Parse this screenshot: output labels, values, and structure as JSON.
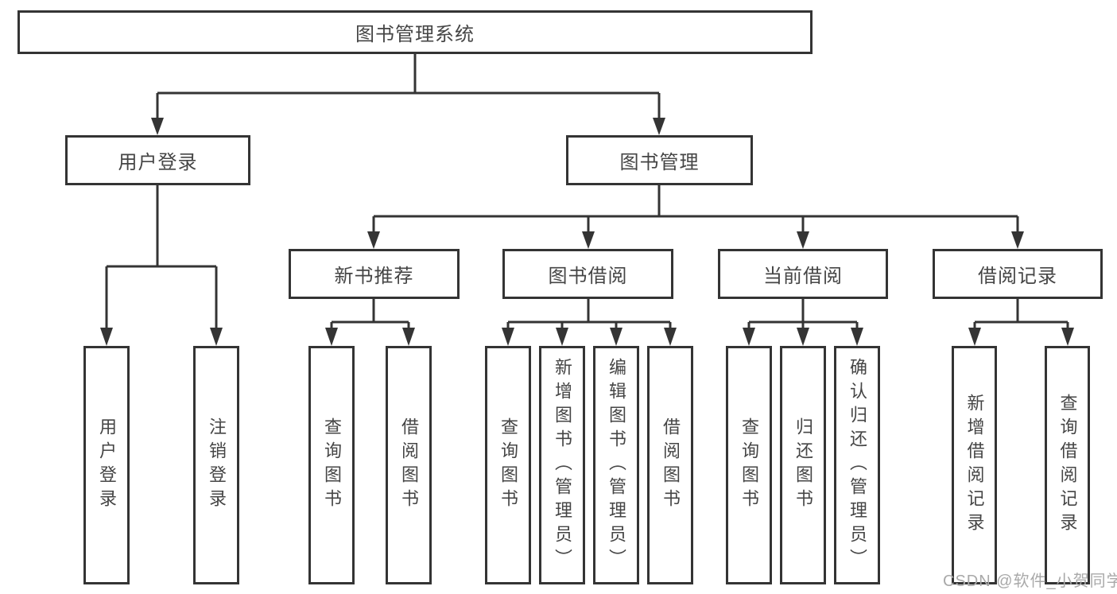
{
  "labels": {
    "root": "图书管理系统",
    "user_login": "用户登录",
    "book_mgmt": "图书管理",
    "new_books": "新书推荐",
    "book_borrow": "图书借阅",
    "current_borrow": "当前借阅",
    "borrow_records": "借阅记录",
    "ul_login": "用户登录",
    "ul_logout": "注销登录",
    "nb_query": "查询图书",
    "nb_borrow": "借阅图书",
    "bb_query": "查询图书",
    "bb_add": "新增图书（管理员）",
    "bb_edit": "编辑图书（管理员）",
    "bb_borrow": "借阅图书",
    "cb_query": "查询图书",
    "cb_return": "归还图书",
    "cb_confirm": "确认归还（管理员）",
    "br_add": "新增借阅记录",
    "br_query": "查询借阅记录"
  },
  "hierarchy": {
    "图书管理系统": {
      "用户登录": [
        "用户登录",
        "注销登录"
      ],
      "图书管理": {
        "新书推荐": [
          "查询图书",
          "借阅图书"
        ],
        "图书借阅": [
          "查询图书",
          "新增图书（管理员）",
          "编辑图书（管理员）",
          "借阅图书"
        ],
        "当前借阅": [
          "查询图书",
          "归还图书",
          "确认归还（管理员）"
        ],
        "借阅记录": [
          "新增借阅记录",
          "查询借阅记录"
        ]
      }
    }
  },
  "watermark": "CSDN @软件_小贺同学",
  "colors": {
    "line": "#343434",
    "text": "#454545",
    "watermark": "#a9a9a9",
    "bg": "#ffffff"
  }
}
